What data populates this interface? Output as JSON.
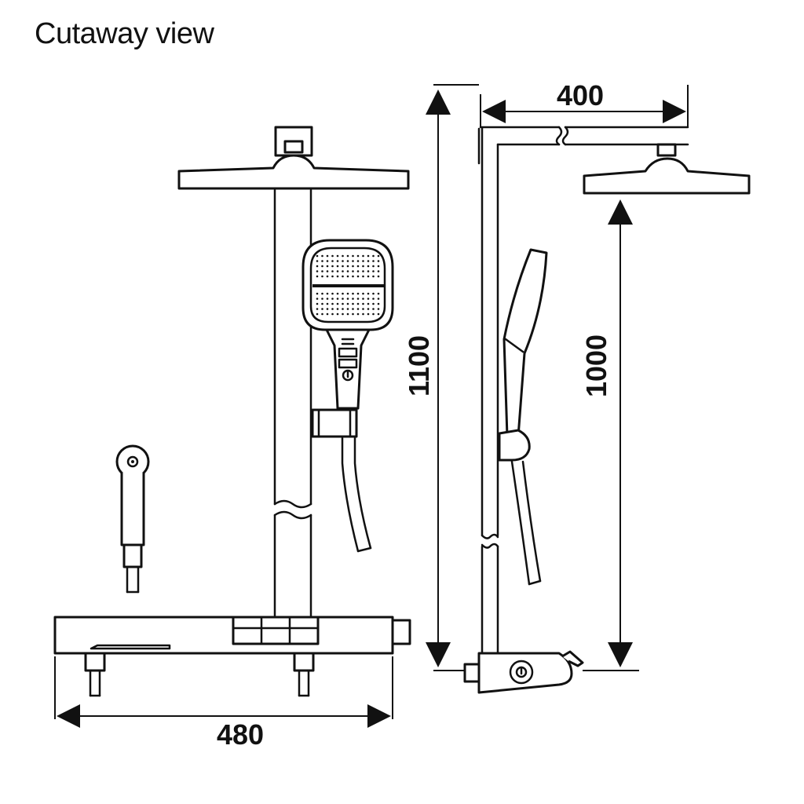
{
  "title": "Cutaway view",
  "dimensions": {
    "width": "480",
    "arm_length": "400",
    "total_height": "1100",
    "head_height": "1000"
  },
  "colors": {
    "line": "#111111",
    "background": "#ffffff"
  }
}
